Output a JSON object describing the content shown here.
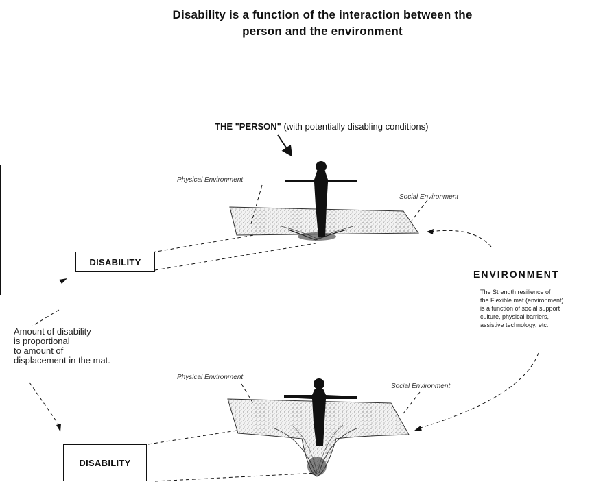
{
  "title": {
    "line1": "Disability is a function of the interaction between the",
    "line2": "person and the environment"
  },
  "person_label": {
    "bold": "THE \"PERSON\"",
    "rest": " (with potentially disabling conditions)"
  },
  "top": {
    "physical_env": "Physical Environment",
    "social_env": "Social Environment",
    "disability": "DISABILITY"
  },
  "bottom": {
    "physical_env": "Physical Environment",
    "social_env": "Social Environment",
    "disability": "DISABILITY"
  },
  "environment": {
    "title": "ENVIRONMENT",
    "lines": [
      "The Strength resilience of",
      "the Flexible mat (environment)",
      "is a function of social support",
      "culture, physical barriers,",
      "assistive technology, etc."
    ]
  },
  "amount": {
    "lines": [
      "Amount of disability",
      "is proportional",
      "to amount of",
      "displacement in the mat."
    ]
  }
}
